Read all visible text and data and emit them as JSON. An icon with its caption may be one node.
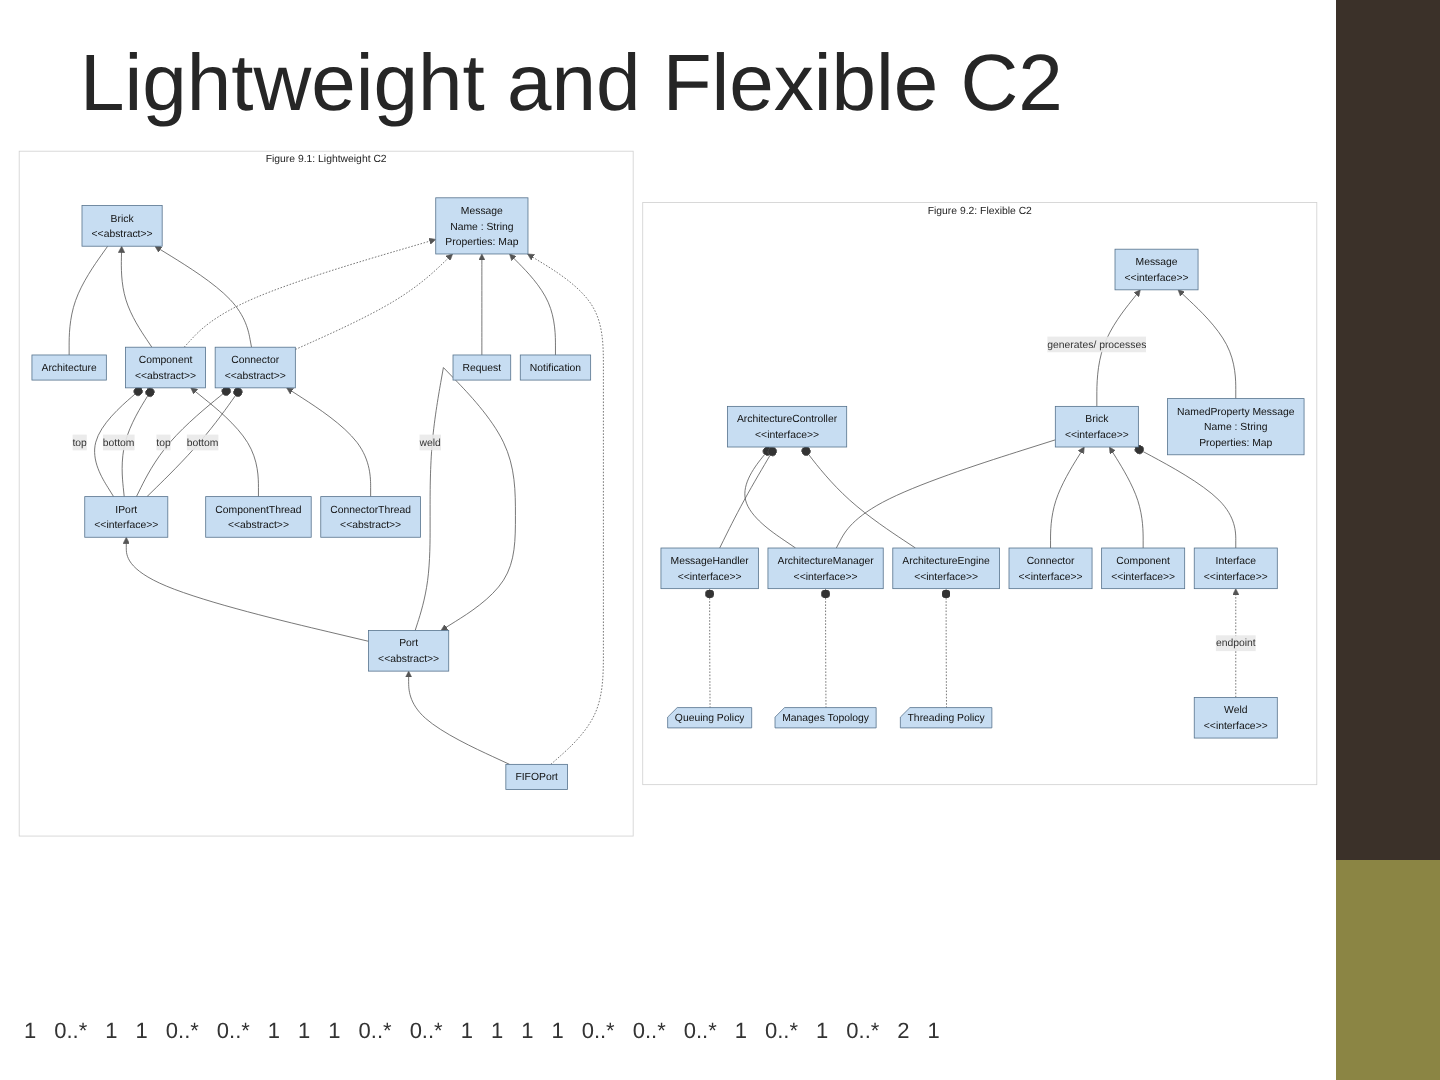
{
  "diagram": {
    "title": "Lightweight and Flexible C2",
    "nodes": [
      {
        "text": [
          "Figure 9.1: Lightweight C2"
        ]
      },
      {
        "text": [
          "Architecture"
        ],
        "in": 0
      },
      {
        "text": [
          "Brick",
          "<<abstract>>"
        ],
        "in": 0
      },
      {
        "text": [
          "Component",
          "<<abstract>>"
        ],
        "in": 0
      },
      {
        "text": [
          "IPort",
          "<<interface>>"
        ],
        "in": 0
      },
      {
        "text": [
          "Connector",
          "<<abstract>>"
        ],
        "in": 0
      },
      {
        "text": [
          "ComponentThread",
          "<<abstract>>"
        ],
        "in": 0
      },
      {
        "text": [
          "Port",
          "<<abstract>>"
        ],
        "in": 0
      },
      {
        "text": [
          "ConnectorThread",
          "<<abstract>>"
        ],
        "in": 0
      },
      {
        "text": [
          "FIFOPort"
        ],
        "in": 0
      },
      {
        "text": [
          "Message",
          "Name : String",
          "Properties: Map"
        ],
        "in": 0
      },
      {
        "text": [
          "Request"
        ],
        "in": 0
      },
      {
        "text": [
          "Notification"
        ],
        "in": 0
      },
      {
        "text": [
          "Figure 9.2: Flexible C2"
        ]
      },
      {
        "text": [
          "ArchitectureController",
          "<<interface>>"
        ],
        "in": 13
      },
      {
        "text": [
          "Manages Topology"
        ],
        "in": 13
      },
      {
        "text": [
          "ArchitectureManager",
          "<<interface>>"
        ],
        "in": 13
      },
      {
        "text": [
          "Queuing Policy"
        ],
        "in": 13
      },
      {
        "text": [
          "MessageHandler",
          "<<interface>>"
        ],
        "in": 13
      },
      {
        "text": [
          "Threading Policy"
        ],
        "in": 13
      },
      {
        "text": [
          "ArchitectureEngine",
          "<<interface>>"
        ],
        "in": 13
      },
      {
        "text": [
          "Brick",
          "<<interface>>"
        ],
        "in": 13
      },
      {
        "text": [
          "Message",
          "<<interface>>"
        ],
        "in": 13
      },
      {
        "text": [
          "Connector",
          "<<interface>>"
        ],
        "in": 13
      },
      {
        "text": [
          "Component",
          "<<interface>>"
        ],
        "in": 13
      },
      {
        "text": [
          "Interface",
          "<<interface>>"
        ],
        "in": 13
      },
      {
        "text": [
          "NamedProperty Message",
          "Name : String",
          "Properties: Map"
        ],
        "in": 13
      },
      {
        "text": [
          "Weld",
          "<<interface>>"
        ],
        "in": 13
      }
    ],
    "edges": [
      {
        "from": 1,
        "to": 2,
        "arrow": "none"
      },
      {
        "from": 3,
        "to": 2,
        "arrow": "to"
      },
      {
        "from": 5,
        "to": 2,
        "arrow": "to"
      },
      {
        "from": 4,
        "to": 3,
        "arrow": "other",
        "label": "top"
      },
      {
        "from": 4,
        "to": 3,
        "arrow": "other",
        "label": "bottom"
      },
      {
        "from": 4,
        "to": 5,
        "arrow": "other",
        "label": "top"
      },
      {
        "from": 4,
        "to": 5,
        "arrow": "other",
        "label": "bottom"
      },
      {
        "from": 6,
        "to": 3,
        "arrow": "to"
      },
      {
        "from": 7,
        "to": 4,
        "arrow": "to"
      },
      {
        "from": 8,
        "to": 5,
        "arrow": "to"
      },
      {
        "from": 7,
        "to": 7,
        "arrow": "to",
        "label": "weld"
      },
      {
        "from": 9,
        "to": 7,
        "arrow": "to"
      },
      {
        "from": 9,
        "to": 10,
        "arrow": "to",
        "style": "dashed"
      },
      {
        "from": 3,
        "to": 10,
        "arrow": "to",
        "style": "dashed"
      },
      {
        "from": 5,
        "to": 10,
        "arrow": "to",
        "style": "dashed"
      },
      {
        "from": 11,
        "to": 10,
        "arrow": "to"
      },
      {
        "from": 12,
        "to": 10,
        "arrow": "to"
      },
      {
        "from": 16,
        "to": 14,
        "arrow": "other"
      },
      {
        "from": 18,
        "to": 14,
        "arrow": "other"
      },
      {
        "from": 20,
        "to": 14,
        "arrow": "other"
      },
      {
        "from": 15,
        "to": 16,
        "arrow": "other",
        "style": "dashed"
      },
      {
        "from": 17,
        "to": 18,
        "arrow": "other",
        "style": "dashed"
      },
      {
        "from": 19,
        "to": 20,
        "arrow": "other",
        "style": "dashed"
      },
      {
        "from": 16,
        "to": 21,
        "arrow": "none"
      },
      {
        "from": 21,
        "to": 22,
        "arrow": "to",
        "label": "generates/ processes"
      },
      {
        "from": 23,
        "to": 21,
        "arrow": "to"
      },
      {
        "from": 24,
        "to": 21,
        "arrow": "to"
      },
      {
        "from": 25,
        "to": 21,
        "arrow": "other"
      },
      {
        "from": 26,
        "to": 22,
        "arrow": "to"
      },
      {
        "from": 27,
        "to": 25,
        "arrow": "to",
        "style": "dashed",
        "label": "endpoint"
      }
    ],
    "labels": [
      "1",
      "0..*",
      "1",
      "1",
      "0..*",
      "0..*",
      "1",
      "1",
      "1",
      "0..*",
      "0..*",
      "1",
      "1",
      "1",
      "1",
      "0..*",
      "0..*",
      "0..*",
      "1",
      "0..*",
      "1",
      "0..*",
      "2",
      "1"
    ]
  }
}
